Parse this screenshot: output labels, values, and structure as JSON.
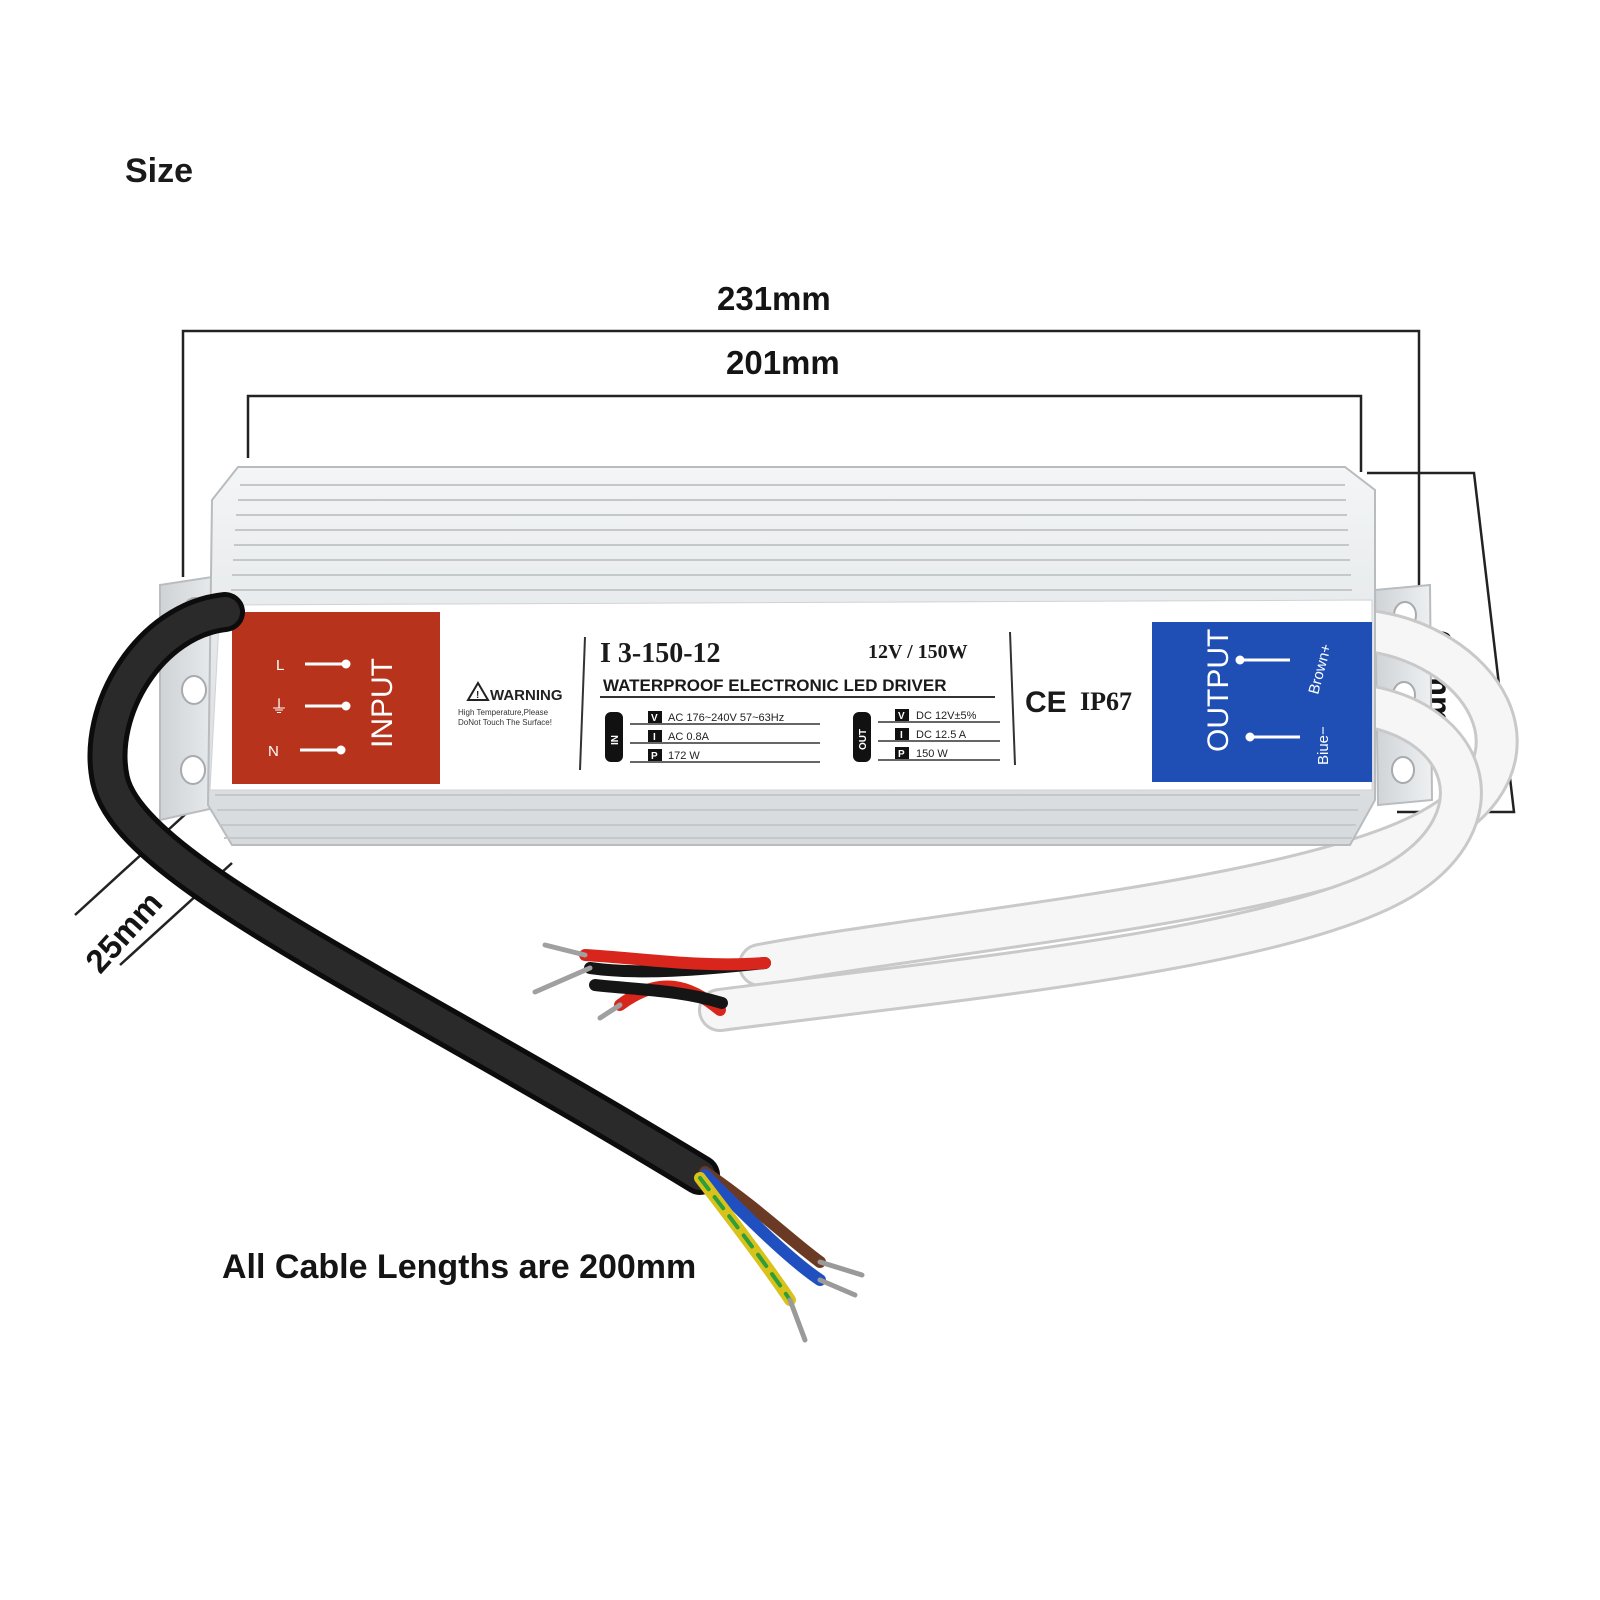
{
  "heading": "Size",
  "dimensions": {
    "overall_length": "231mm",
    "body_length": "201mm",
    "width": "65mm",
    "height": "25mm"
  },
  "caption": "All Cable Lengths are 200mm",
  "label": {
    "input_title": "INPUT",
    "input_pins": [
      "L",
      "⏚",
      "N"
    ],
    "warning_title": "WARNING",
    "warning_line1": "High Temperature,Please",
    "warning_line2": "DoNot Touch The Surface!",
    "model": "I  3-150-12",
    "rating": "12V / 150W",
    "subtitle": "WATERPROOF ELECTRONIC LED DRIVER",
    "in_tag": "IN",
    "out_tag": "OUT",
    "in_specs": [
      {
        "key": "V",
        "value": "AC  176~240V  57~63Hz"
      },
      {
        "key": "I",
        "value": "AC  0.8A"
      },
      {
        "key": "P",
        "value": "172 W"
      }
    ],
    "out_specs": [
      {
        "key": "V",
        "value": "DC  12V±5%"
      },
      {
        "key": "I",
        "value": "DC  12.5 A"
      },
      {
        "key": "P",
        "value": "150 W"
      }
    ],
    "ce_mark": "CE",
    "ip_rating": "IP67",
    "output_title": "OUTPUT",
    "output_pos": "Brown+",
    "output_neg": "Biue−"
  },
  "colors": {
    "input_panel": "#b8331c",
    "output_panel": "#1f4fb5",
    "housing": "#e9ecee",
    "cable_black": "#1a1a1a",
    "cable_white": "#f4f4f4",
    "wire_red": "#d8261c",
    "wire_brown": "#6b3a25",
    "wire_blue": "#2050c0",
    "wire_yellow": "#d9c21a"
  }
}
